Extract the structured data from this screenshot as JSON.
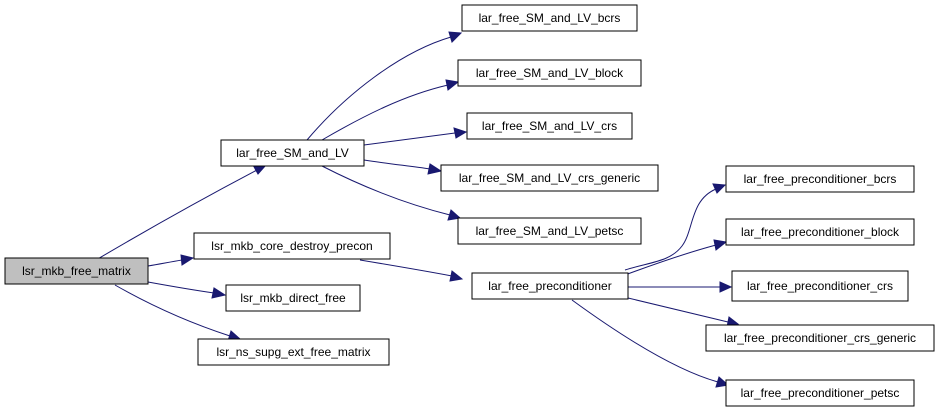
{
  "colors": {
    "edge": "#191970",
    "root_fill": "#bfbfbf",
    "node_fill": "#ffffff",
    "border": "#000000"
  },
  "nodes": {
    "lsr_mkb_free_matrix": "lsr_mkb_free_matrix",
    "lar_free_SM_and_LV": "lar_free_SM_and_LV",
    "lsr_mkb_core_destroy_precon": "lsr_mkb_core_destroy_precon",
    "lsr_mkb_direct_free": "lsr_mkb_direct_free",
    "lsr_ns_supg_ext_free_matrix": "lsr_ns_supg_ext_free_matrix",
    "lar_free_SM_and_LV_bcrs": "lar_free_SM_and_LV_bcrs",
    "lar_free_SM_and_LV_block": "lar_free_SM_and_LV_block",
    "lar_free_SM_and_LV_crs": "lar_free_SM_and_LV_crs",
    "lar_free_SM_and_LV_crs_generic": "lar_free_SM_and_LV_crs_generic",
    "lar_free_SM_and_LV_petsc": "lar_free_SM_and_LV_petsc",
    "lar_free_preconditioner": "lar_free_preconditioner",
    "lar_free_preconditioner_bcrs": "lar_free_preconditioner_bcrs",
    "lar_free_preconditioner_block": "lar_free_preconditioner_block",
    "lar_free_preconditioner_crs": "lar_free_preconditioner_crs",
    "lar_free_preconditioner_crs_generic": "lar_free_preconditioner_crs_generic",
    "lar_free_preconditioner_petsc": "lar_free_preconditioner_petsc"
  },
  "edges": [
    [
      "lsr_mkb_free_matrix",
      "lar_free_SM_and_LV"
    ],
    [
      "lsr_mkb_free_matrix",
      "lsr_mkb_core_destroy_precon"
    ],
    [
      "lsr_mkb_free_matrix",
      "lsr_mkb_direct_free"
    ],
    [
      "lsr_mkb_free_matrix",
      "lsr_ns_supg_ext_free_matrix"
    ],
    [
      "lar_free_SM_and_LV",
      "lar_free_SM_and_LV_bcrs"
    ],
    [
      "lar_free_SM_and_LV",
      "lar_free_SM_and_LV_block"
    ],
    [
      "lar_free_SM_and_LV",
      "lar_free_SM_and_LV_crs"
    ],
    [
      "lar_free_SM_and_LV",
      "lar_free_SM_and_LV_crs_generic"
    ],
    [
      "lar_free_SM_and_LV",
      "lar_free_SM_and_LV_petsc"
    ],
    [
      "lsr_mkb_core_destroy_precon",
      "lar_free_preconditioner"
    ],
    [
      "lar_free_preconditioner",
      "lar_free_preconditioner_bcrs"
    ],
    [
      "lar_free_preconditioner",
      "lar_free_preconditioner_block"
    ],
    [
      "lar_free_preconditioner",
      "lar_free_preconditioner_crs"
    ],
    [
      "lar_free_preconditioner",
      "lar_free_preconditioner_crs_generic"
    ],
    [
      "lar_free_preconditioner",
      "lar_free_preconditioner_petsc"
    ]
  ]
}
